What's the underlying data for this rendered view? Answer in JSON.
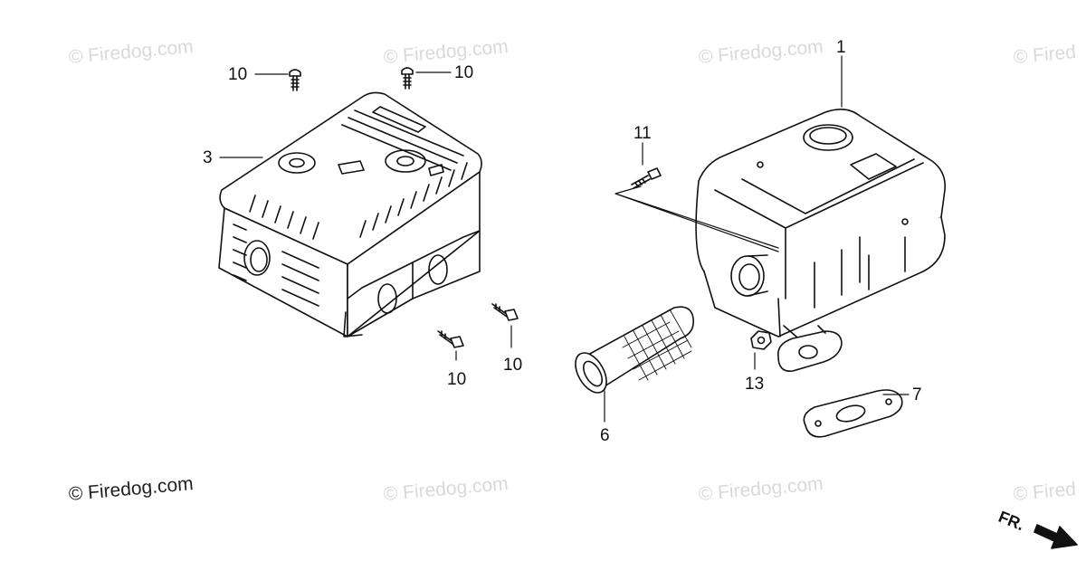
{
  "watermarks": [
    "© Firedog.com",
    "© Firedog.com",
    "© Firedog.com",
    "© Fired",
    "© Firedog.com",
    "© Firedog.com",
    "© Firedog.com",
    "© Fired"
  ],
  "callouts": [
    "1",
    "3",
    "6",
    "7",
    "10",
    "10",
    "10",
    "10",
    "11",
    "13"
  ],
  "orientation": {
    "label": "FR."
  },
  "colors": {
    "line": "#111111",
    "watermark": "#d9d9d9",
    "background": "#ffffff"
  }
}
